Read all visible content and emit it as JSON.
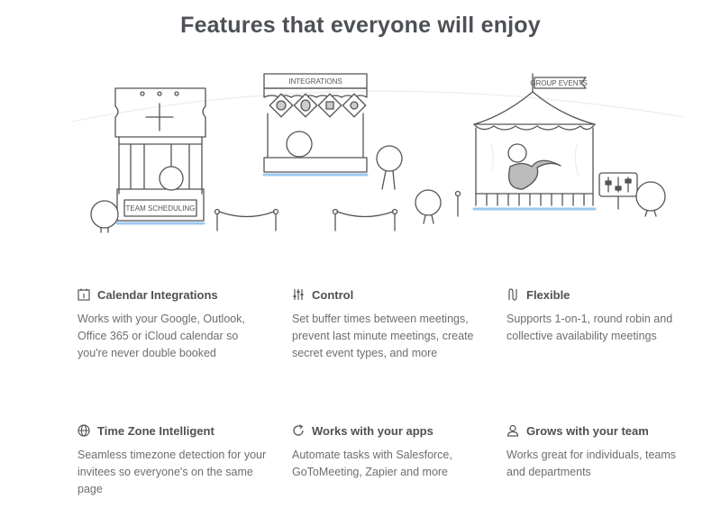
{
  "page": {
    "title": "Features that everyone will enjoy"
  },
  "illustration": {
    "booth_left_sign": "TEAM SCHEDULING",
    "booth_middle_banner": "INTEGRATIONS",
    "tent_flag": "GROUP EVENTS"
  },
  "features": [
    {
      "icon": "calendar-icon",
      "title": "Calendar Integrations",
      "description": "Works with your Google, Outlook, Office 365 or iCloud calendar so you're never double booked"
    },
    {
      "icon": "sliders-icon",
      "title": "Control",
      "description": "Set buffer times between meetings, prevent last minute meetings, create secret event types, and more"
    },
    {
      "icon": "flex-arrows-icon",
      "title": "Flexible",
      "description": "Supports 1-on-1, round robin and collective availability meetings"
    },
    {
      "icon": "globe-icon",
      "title": "Time Zone Intelligent",
      "description": "Seamless timezone detection for your invitees so everyone's on the same page"
    },
    {
      "icon": "refresh-icon",
      "title": "Works with your apps",
      "description": "Automate tasks with Salesforce, GoToMeeting, Zapier and more"
    },
    {
      "icon": "user-icon",
      "title": "Grows with your team",
      "description": "Works great for individuals, teams and departments"
    }
  ]
}
